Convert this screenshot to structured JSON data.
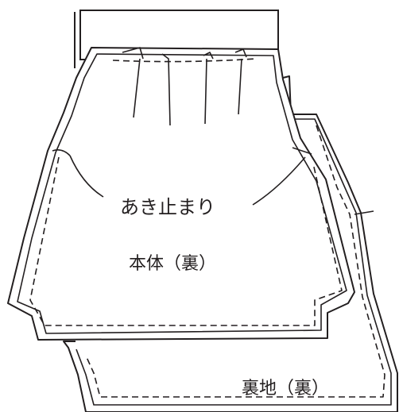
{
  "labels": {
    "opening_stop": "あき止まり",
    "main_body": "本体（裏）",
    "lining": "裏地（裏）"
  },
  "colors": {
    "line": "#231f20",
    "background": "#ffffff"
  }
}
